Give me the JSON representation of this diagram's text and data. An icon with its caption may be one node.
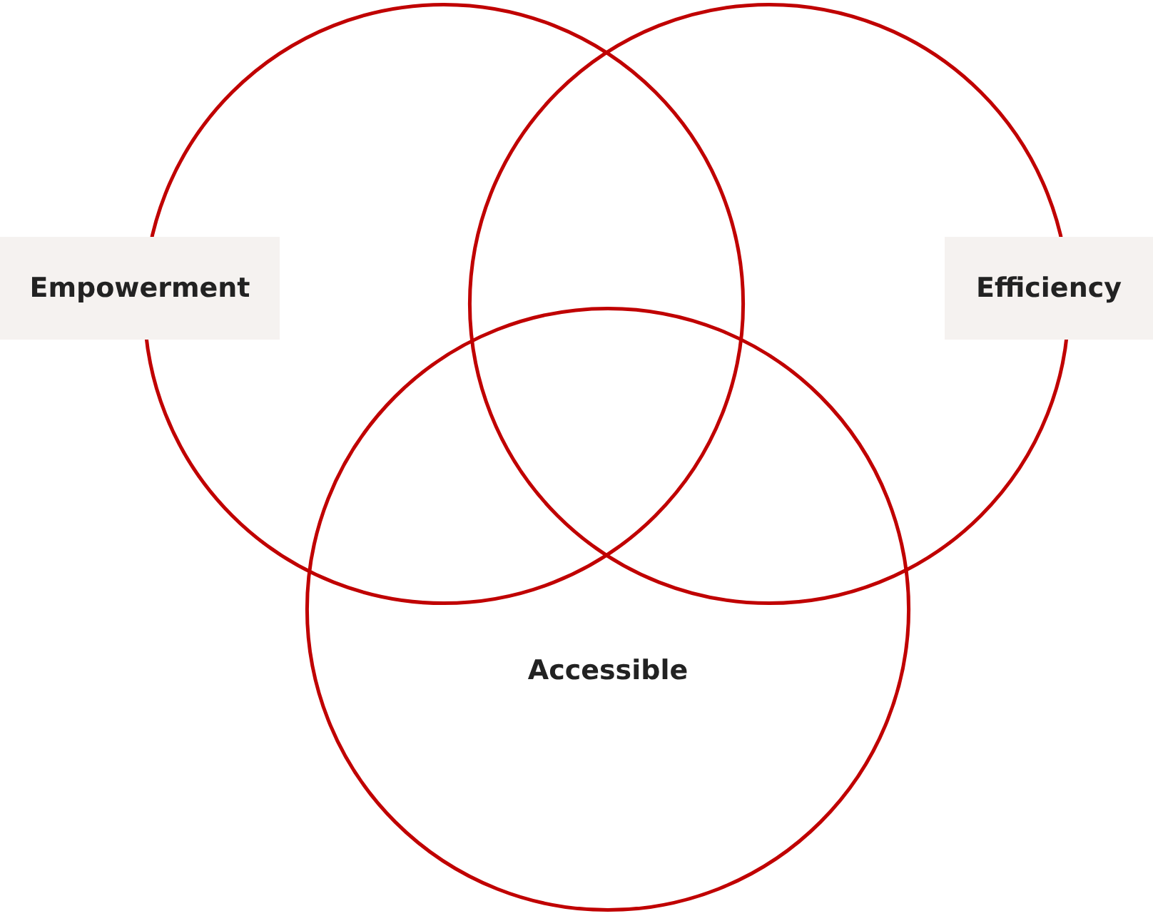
{
  "diagram": {
    "nodes": [
      {
        "text": [],
        "shape": "circle"
      },
      {
        "text": [],
        "shape": "circle"
      },
      {
        "text": [
          "Accessible"
        ]
      },
      {
        "text": [
          "Empowerment"
        ]
      },
      {
        "text": [
          "Efficiency"
        ]
      }
    ]
  }
}
